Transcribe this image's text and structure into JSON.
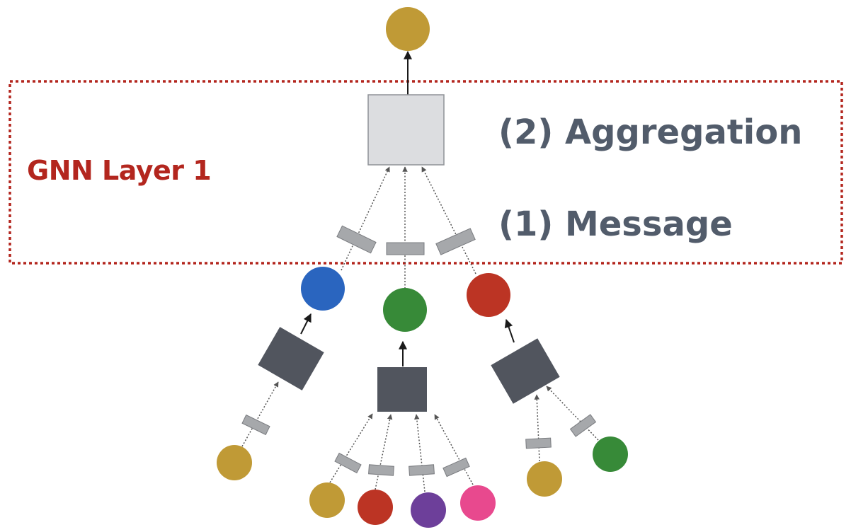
{
  "labels": {
    "layer": "GNN Layer 1",
    "aggregation": "(2) Aggregation",
    "message": "(1) Message"
  },
  "colors": {
    "layer_box_border": "#b3261e",
    "label_text": "#525c6b",
    "aggregation_box_light": "#dcdde0",
    "aggregation_box_dark": "#51555e",
    "message_box": "#a6a8ab",
    "node_gold": "#c09a36",
    "node_blue": "#2a65bf",
    "node_green": "#378a38",
    "node_red": "#bc3424",
    "node_purple": "#6d3f9a",
    "node_pink": "#e8498e"
  },
  "graph": {
    "target_node": "node_gold",
    "layer1_neighbors": [
      "node_blue",
      "node_green",
      "node_red"
    ],
    "layer2_neighbors": {
      "node_blue": [
        "node_gold"
      ],
      "node_green": [
        "node_gold",
        "node_red",
        "node_purple",
        "node_pink"
      ],
      "node_red": [
        "node_gold",
        "node_green"
      ]
    }
  }
}
